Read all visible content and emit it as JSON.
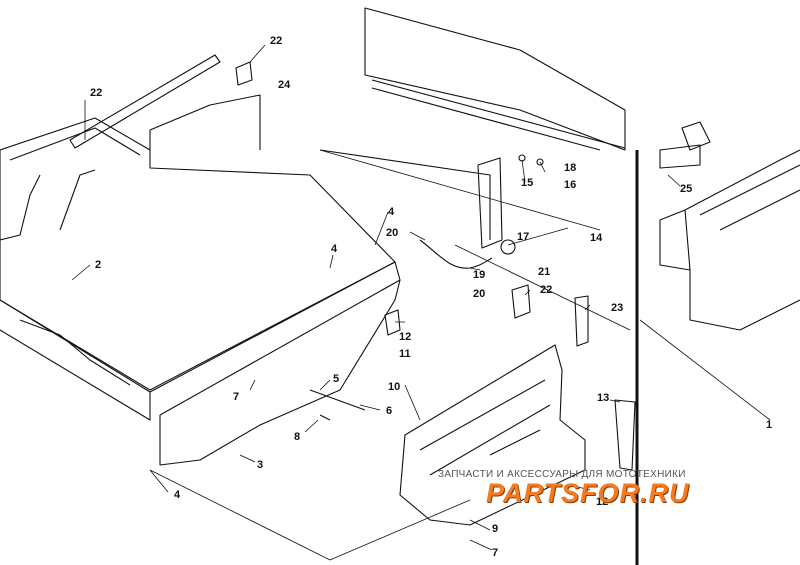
{
  "diagram": {
    "callouts": [
      "22",
      "24",
      "22",
      "2",
      "4",
      "4",
      "20",
      "19",
      "20",
      "17",
      "14",
      "18",
      "15",
      "16",
      "21",
      "22",
      "23",
      "12",
      "11",
      "5",
      "6",
      "7",
      "8",
      "3",
      "4",
      "10",
      "9",
      "7",
      "12",
      "13",
      "25",
      "1"
    ]
  },
  "watermark": {
    "tagline": "ЗАПЧАСТИ И АКСЕССУАРЫ ДЛЯ МОТОТЕХНИКИ",
    "brand": "PARTSFOR.RU"
  },
  "colors": {
    "line": "#111111",
    "brand": "#f47b20"
  }
}
